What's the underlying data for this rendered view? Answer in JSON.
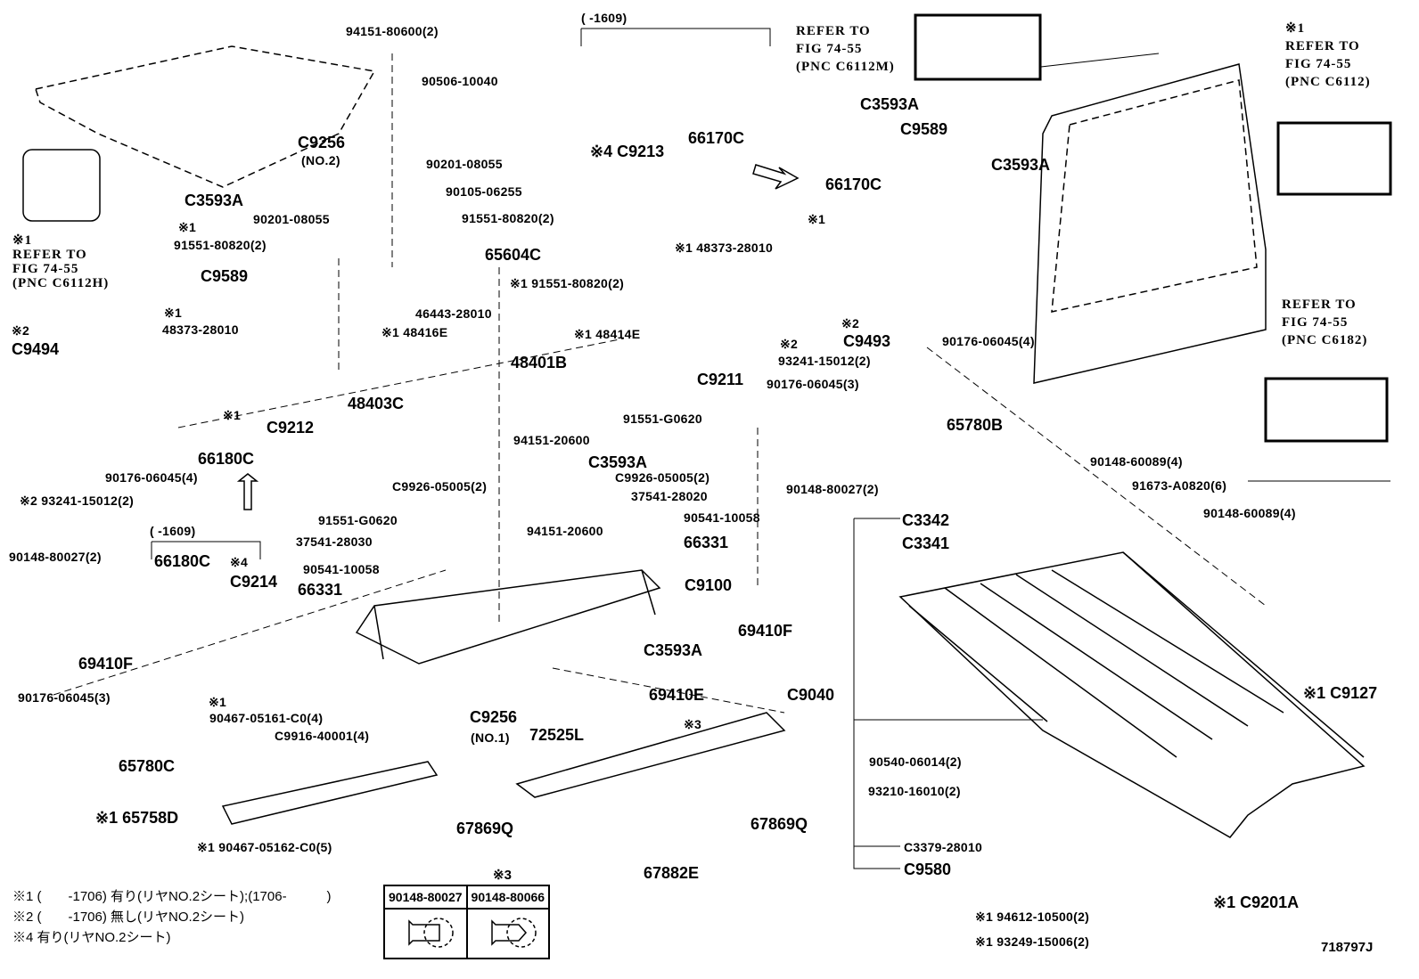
{
  "callouts": [
    "94151-80600(2)",
    "90506-10040",
    "C9256",
    "(NO.2)",
    "90201-08055",
    "90105-06255",
    "90201-08055",
    "91551-80820(2)",
    "※1",
    "91551-80820(2)",
    "65604C",
    "C9589",
    "46443-28010",
    "※1",
    "48373-28010",
    "※1 48416E",
    "C3593A",
    "※2",
    "C9494",
    "( -1609)",
    "※4 C9213",
    "66170C",
    "C3593A",
    "C9589",
    "C3593A",
    "66170C",
    "※1",
    "※1 48373-28010",
    "※1 91551-80820(2)",
    "※1 48414E",
    "※2",
    "※2",
    "93241-15012(2)",
    "C9493",
    "90176-06045(4)",
    "48401B",
    "C9211",
    "48403C",
    "C9212",
    "91551-G0620",
    "94151-20600",
    "C3593A",
    "90176-06045(3)",
    "65780B",
    "90176-06045(4)",
    "66180C",
    "※1",
    "※2 93241-15012(2)",
    "C9926-05005(2)",
    "C9926-05005(2)",
    "37541-28020",
    "91551-G0620",
    "90148-80027(2)",
    "90148-60089(4)",
    "91673-A0820(6)",
    "90148-60089(4)",
    "C3342",
    "C3341",
    "( -1609)",
    "90148-80027(2)",
    "66180C",
    "※4",
    "C9214",
    "37541-28030",
    "94151-20600",
    "90541-10058",
    "66331",
    "90541-10058",
    "66331",
    "C9100",
    "69410F",
    "69410F",
    "C3593A",
    "※1 C9127",
    "C9040",
    "90176-06045(3)",
    "※1",
    "90467-05161-C0(4)",
    "69410E",
    "C9256",
    "(NO.1)",
    "※3",
    "C9916-40001(4)",
    "72525L",
    "65780C",
    "90540-06014(2)",
    "93210-16010(2)",
    "※1 65758D",
    "67869Q",
    "67869Q",
    "※1 90467-05162-C0(5)",
    "C3379-28010",
    "67882E",
    "C9580",
    "※1 C9201A",
    "※1 94612-10500(2)",
    "※1 93249-15006(2)"
  ],
  "references": [
    {
      "mark": "※1",
      "line1": "REFER TO",
      "line2": "FIG 74-55",
      "line3": "(PNC C6112H)"
    },
    {
      "mark": "",
      "line1": "REFER TO",
      "line2": "FIG 74-55",
      "line3": "(PNC C6112M)"
    },
    {
      "mark": "※1",
      "line1": "REFER TO",
      "line2": "FIG 74-55",
      "line3": "(PNC C6112)"
    },
    {
      "mark": "",
      "line1": "REFER TO",
      "line2": "FIG 74-55",
      "line3": "(PNC C6182)"
    }
  ],
  "footnotes": [
    "※1 (　　-1706) 有り(リヤNO.2シート);(1706-　　　)",
    "※2 (　　-1706) 無し(リヤNO.2シート)",
    "※4 有り(リヤNO.2シート)"
  ],
  "screw_table": {
    "mark": "※3",
    "columns": [
      "90148-80027",
      "90148-80066"
    ]
  },
  "figure_number": "718797J"
}
